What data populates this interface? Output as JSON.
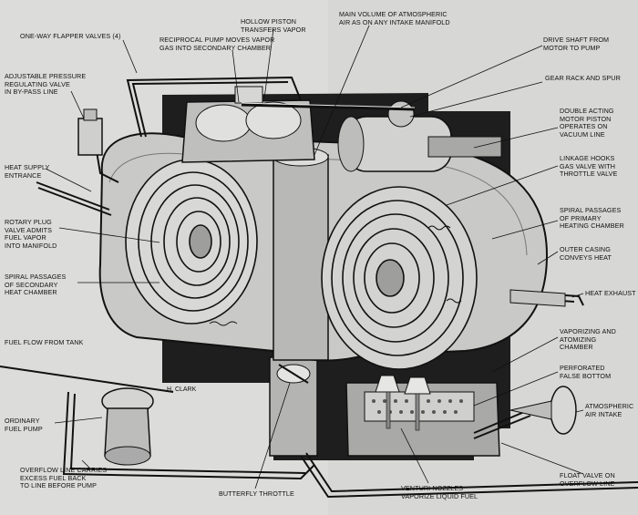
{
  "diagram": {
    "labels": {
      "one_way_flapper_valves": "ONE-WAY FLAPPER VALVES (4)",
      "reciprocal_pump": "RECIPROCAL PUMP MOVES VAPOR\nGAS INTO SECONDARY CHAMBER",
      "hollow_piston": "HOLLOW PISTON\nTRANSFERS VAPOR",
      "main_volume": "MAIN VOLUME OF ATMOSPHERIC\nAIR AS ON ANY INTAKE MANIFOLD",
      "drive_shaft": "DRIVE SHAFT FROM\nMOTOR TO PUMP",
      "gear_rack": "GEAR RACK AND SPUR",
      "adjustable_valve": "ADJUSTABLE PRESSURE\nREGULATING VALVE\nIN BY-PASS LINE",
      "double_acting_piston": "DOUBLE ACTING\nMOTOR PISTON\nOPERATES ON\nVACUUM LINE",
      "heat_supply": "HEAT SUPPLY\nENTRANCE",
      "linkage_hooks": "LINKAGE HOOKS\nGAS VALVE WITH\nTHROTTLE VALVE",
      "rotary_plug": "ROTARY PLUG\nVALVE ADMITS\nFUEL VAPOR\nINTO MANIFOLD",
      "spiral_primary": "SPIRAL PASSAGES\nOF PRIMARY\nHEATING CHAMBER",
      "outer_casing": "OUTER CASING\nCONVEYS HEAT",
      "spiral_secondary": "SPIRAL PASSAGES\nOF SECONDARY\nHEAT CHAMBER",
      "heat_exhaust": "HEAT EXHAUST",
      "fuel_flow": "FUEL FLOW FROM TANK",
      "vaporizing_chamber": "VAPORIZING AND\nATOMIZING\nCHAMBER",
      "perforated_bottom": "PERFORATED\nFALSE BOTTOM",
      "atmospheric_intake": "ATMOSPHERIC\nAIR INTAKE",
      "ordinary_pump": "ORDINARY\nFUEL PUMP",
      "overflow_line": "OVERFLOW LINE CARRIES\nEXCESS FUEL BACK\nTO LINE BEFORE PUMP",
      "butterfly_throttle": "BUTTERFLY THROTTLE",
      "venturi_nozzles": "VENTURI NOZZLES\nVAPORIZE LIQUID FUEL",
      "float_valve": "FLOAT VALVE ON\nOVERFLOW LINE"
    },
    "artist_signature": "H. CLARK",
    "colors": {
      "paper": "#dcdcda",
      "ink": "#111111",
      "shadow": "#1e1e1e",
      "metal": "#bdbdbb"
    }
  }
}
